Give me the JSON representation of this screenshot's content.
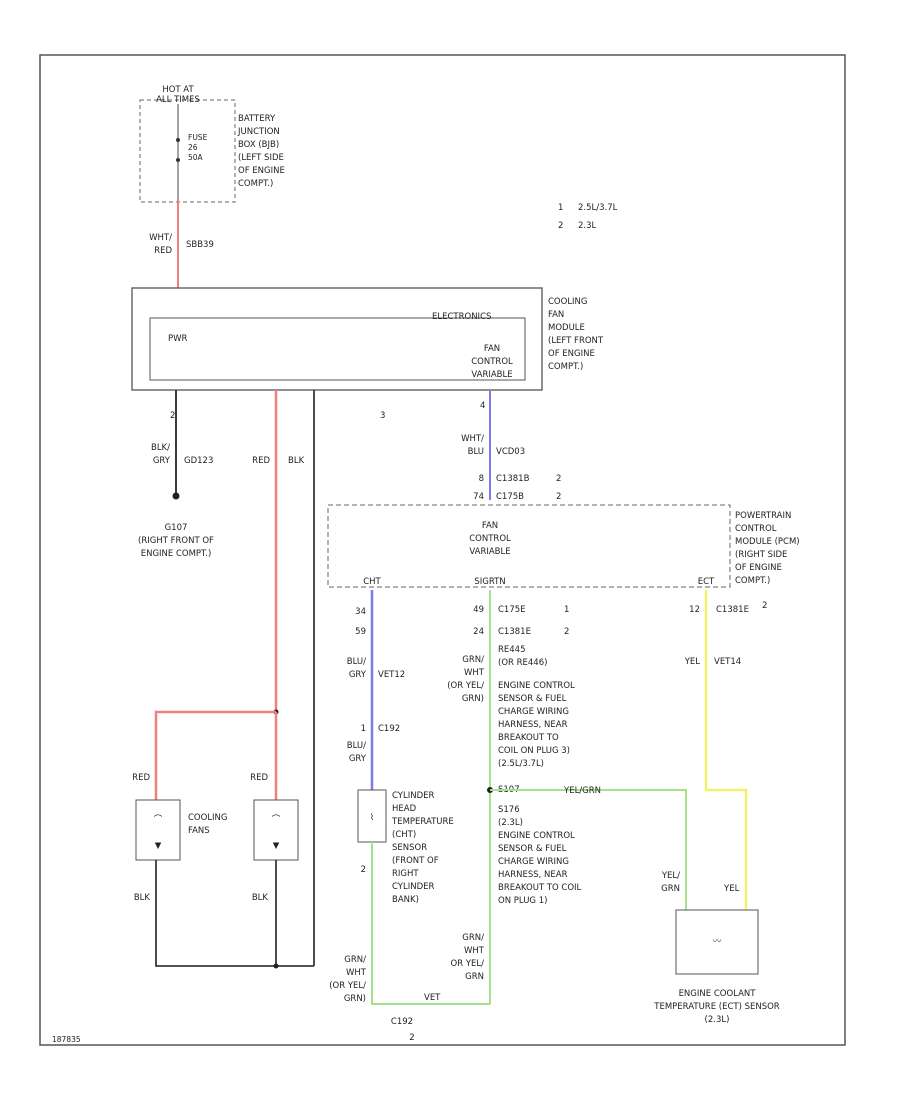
{
  "colors": {
    "red_wire": "#f08080",
    "blue_wire": "#7b7bea",
    "green_wire": "#a6e28a",
    "yellow_wire": "#f2f26a",
    "black_wire": "#3a3a3a",
    "frame": "#555555"
  },
  "legend": {
    "items": [
      {
        "num": "1",
        "text": "2.5L/3.7L"
      },
      {
        "num": "2",
        "text": "2.3L"
      }
    ]
  },
  "fuse_box": {
    "hot_line1": "HOT AT",
    "hot_line2": "ALL TIMES",
    "fuse_line1": "FUSE",
    "fuse_line2": "26",
    "fuse_line3": "50A",
    "desc": [
      "BATTERY",
      "JUNCTION",
      "BOX (BJB)",
      "(LEFT SIDE",
      "OF ENGINE",
      "COMPT.)"
    ]
  },
  "feed_wire": {
    "color1": "WHT/",
    "color2": "RED",
    "circuit": "SBB39"
  },
  "cooling_fan_module": {
    "desc": [
      "COOLING",
      "FAN",
      "MODULE",
      "(LEFT FRONT",
      "OF ENGINE",
      "COMPT.)"
    ],
    "electronics": "ELECTRONICS",
    "pwr": "PWR",
    "fan_ctrl1": "FAN",
    "fan_ctrl2": "CONTROL",
    "fan_ctrl3": "VARIABLE",
    "pin_gnd": "2",
    "pin_ctrl": "4",
    "pin_mid": "3"
  },
  "ground_wire": {
    "color1": "BLK/",
    "color2": "GRY",
    "circuit": "GD123"
  },
  "ground": {
    "name": "G107",
    "loc1": "(RIGHT FRONT OF",
    "loc2": "ENGINE COMPT.)"
  },
  "fan_wires": {
    "red": "RED",
    "blk": "BLK"
  },
  "ctrl_wire": {
    "color1": "WHT/",
    "color2": "BLU",
    "circuit": "VCD03",
    "conn1_pin": "8",
    "conn1": "C1381B",
    "conn1_note": "2",
    "conn2_pin": "74",
    "conn2": "C175B",
    "conn2_note": "2"
  },
  "pcm": {
    "desc": [
      "POWERTRAIN",
      "CONTROL",
      "MODULE (PCM)",
      "(RIGHT SIDE",
      "OF ENGINE",
      "COMPT.)"
    ],
    "fan_ctrl1": "FAN",
    "fan_ctrl2": "CONTROL",
    "fan_ctrl3": "VARIABLE",
    "pin_cht": "CHT",
    "pin_sigrtn": "SIGRTN",
    "pin_ect": "ECT",
    "ect_pin": "12",
    "ect_conn": "C1381E",
    "ect_note": "2"
  },
  "cht_circuit": {
    "pin1": "34",
    "pin2": "59",
    "color1": "BLU/",
    "color2": "GRY",
    "circuit": "VET12",
    "conn_pin": "1",
    "conn": "C192",
    "color3": "BLU/",
    "color4": "GRY"
  },
  "sigrtn_circuit": {
    "pin1": "49",
    "conn1": "C175E",
    "conn1_note": "1",
    "pin2": "24",
    "conn2": "C1381E",
    "conn2_note": "2",
    "circuit1": "RE445",
    "circuit2": "(OR RE446)",
    "color1": "GRN/",
    "color2": "WHT",
    "color3": "(OR YEL/",
    "color4": "GRN)",
    "splice_desc": [
      "ENGINE CONTROL",
      "SENSOR & FUEL",
      "CHARGE WIRING",
      "HARNESS, NEAR",
      "BREAKOUT TO",
      "COIL ON PLUG 3)",
      "(2.5L/3.7L)"
    ],
    "splice1": "S107",
    "splice2": "S176",
    "splice2_note": "(2.3L)",
    "splice2_desc": [
      "ENGINE CONTROL",
      "SENSOR & FUEL",
      "CHARGE WIRING",
      "HARNESS, NEAR",
      "BREAKOUT TO COIL",
      "ON PLUG 1)"
    ],
    "sensor_ret": "YEL/GRN",
    "bottom_color1": "GRN/",
    "bottom_color2": "WHT",
    "bottom_color3": "OR YEL/",
    "bottom_color4": "GRN",
    "bottom_circuit": "VET",
    "bottom_conn": "C192",
    "bottom_conn_pin": "2"
  },
  "ect_circuit": {
    "color": "YEL",
    "circuit": "VET14"
  },
  "cooling_fans": {
    "label1": "COOLING",
    "label2": "FANS",
    "red1": "RED",
    "red2": "RED",
    "blk1": "BLK",
    "blk2": "BLK"
  },
  "cht_sensor": {
    "desc": [
      "CYLINDER",
      "HEAD",
      "TEMPERATURE",
      "(CHT)",
      "SENSOR",
      "(FRONT OF",
      "RIGHT",
      "CYLINDER",
      "BANK)"
    ],
    "pin_bottom": "2"
  },
  "ect_sensor": {
    "line1": "ENGINE COOLANT",
    "line2": "TEMPERATURE (ECT) SENSOR",
    "line3": "(2.3L)",
    "wire_left1": "YEL/",
    "wire_left2": "GRN",
    "wire_right": "YEL"
  },
  "left_cht_wire": {
    "color1": "GRN/",
    "color2": "WHT",
    "color3": "(OR YEL/",
    "color4": "GRN)"
  },
  "footer_code": "187835"
}
